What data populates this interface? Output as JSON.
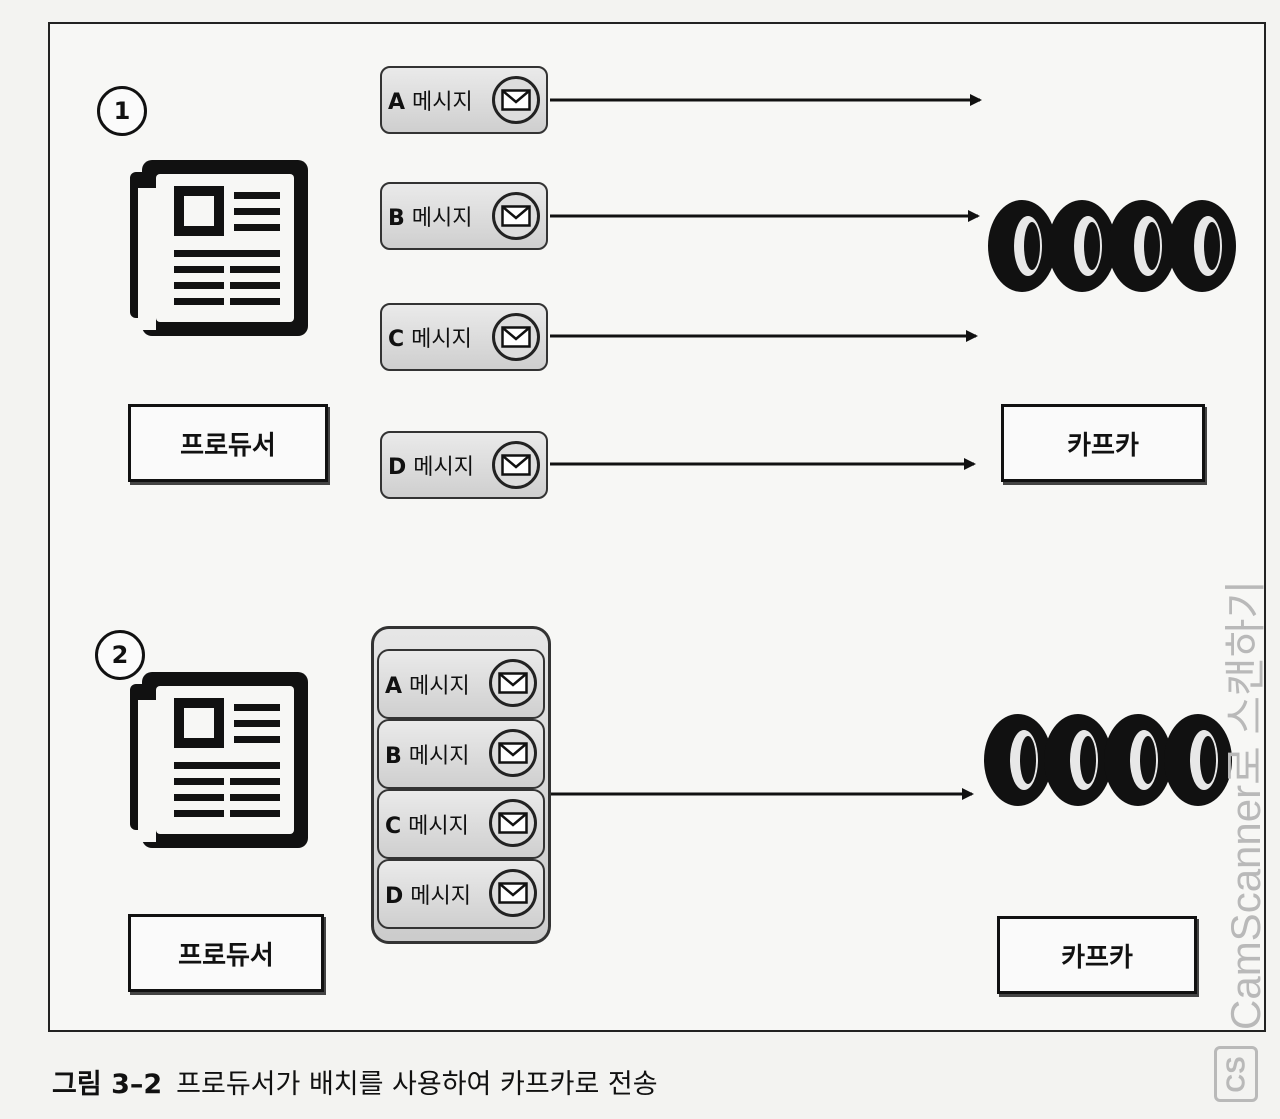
{
  "section1": {
    "step": "1",
    "producer_label": "프로듀서",
    "kafka_label": "카프카",
    "messages": [
      {
        "id": "A",
        "label": "메시지"
      },
      {
        "id": "B",
        "label": "메시지"
      },
      {
        "id": "C",
        "label": "메시지"
      },
      {
        "id": "D",
        "label": "메시지"
      }
    ]
  },
  "section2": {
    "step": "2",
    "producer_label": "프로듀서",
    "kafka_label": "카프카",
    "messages": [
      {
        "id": "A",
        "label": "메시지"
      },
      {
        "id": "B",
        "label": "메시지"
      },
      {
        "id": "C",
        "label": "메시지"
      },
      {
        "id": "D",
        "label": "메시지"
      }
    ]
  },
  "caption": {
    "number": "그림 3–2",
    "text": "프로듀서가 배치를 사용하여 카프카로 전송"
  },
  "watermark": {
    "text": "CamScanner로 스캔하기",
    "badge": "CS"
  },
  "icons": [
    "newspaper-icon",
    "envelope-icon",
    "kafka-cluster-icon",
    "arrow-icon"
  ]
}
